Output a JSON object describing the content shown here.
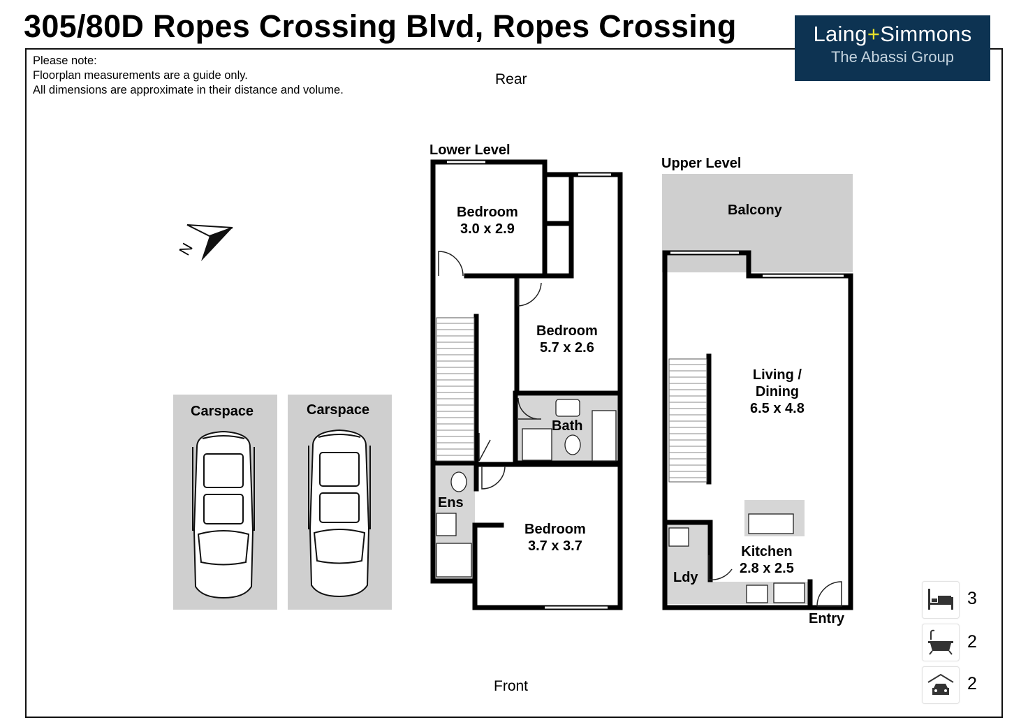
{
  "title": "305/80D Ropes Crossing Blvd, Ropes Crossing",
  "note": {
    "line1": "Please note:",
    "line2": "Floorplan measurements are a guide only.",
    "line3": "All dimensions are approximate in their distance and volume."
  },
  "logo": {
    "brand_left": "Laing",
    "brand_plus": "+",
    "brand_right": "Simmons",
    "subtitle": "The Abassi Group",
    "bg_color": "#0d3352",
    "accent_color": "#e8e02a"
  },
  "orientation": {
    "rear": "Rear",
    "front": "Front",
    "compass": "N"
  },
  "carspaces": [
    {
      "label": "Carspace"
    },
    {
      "label": "Carspace"
    }
  ],
  "lower_level": {
    "title": "Lower Level",
    "rooms": [
      {
        "name": "Bedroom",
        "size": "3.0 x 2.9"
      },
      {
        "name": "Bedroom",
        "size": "5.7 x 2.6"
      },
      {
        "name": "Bath"
      },
      {
        "name": "Ens"
      },
      {
        "name": "Bedroom",
        "size": "3.7 x 3.7"
      }
    ]
  },
  "upper_level": {
    "title": "Upper Level",
    "rooms": [
      {
        "name": "Balcony"
      },
      {
        "name": "Living /",
        "name2": "Dining",
        "size": "6.5 x 4.8"
      },
      {
        "name": "Kitchen",
        "size": "2.8 x 2.5"
      },
      {
        "name": "Ldy"
      },
      {
        "name": "Entry"
      }
    ]
  },
  "features": [
    {
      "icon": "bed-icon",
      "count": "3"
    },
    {
      "icon": "bath-icon",
      "count": "2"
    },
    {
      "icon": "car-garage-icon",
      "count": "2"
    }
  ]
}
